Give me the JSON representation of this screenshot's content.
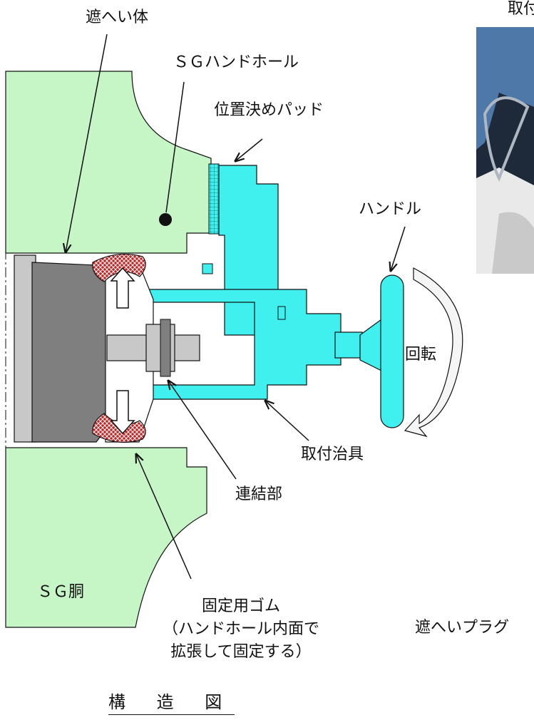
{
  "labels": {
    "shield_body": "遮へい体",
    "sg_handhole": "ＳＧハンドホール",
    "positioning_pad": "位置決めパッド",
    "handle": "ハンドル",
    "rotation": "回転",
    "mounting_jig": "取付治具",
    "connection": "連結部",
    "sg_shell": "ＳＧ胴",
    "fixing_rubber": "固定用ゴム\n（ハンドホール内面で\n拡張して固定する）",
    "shield_plug": "遮へいプラグ",
    "photo_caption_fragment": "取付",
    "diagram_caption": "構 造 図"
  },
  "colors": {
    "green_wall": "#c6f5c6",
    "cyan_jig": "#3ff0ee",
    "plug_gray": "#7f7f7f",
    "plug_light": "#c8c8c8",
    "rubber_red": "#cc2020",
    "photo_dark": "#1e2a3a",
    "photo_blue": "#4d78a8"
  },
  "icons": {
    "arrow_up": "arrow-up-icon",
    "arrow_down": "arrow-down-icon",
    "rotation_arrow": "rotation-arrow-icon"
  }
}
